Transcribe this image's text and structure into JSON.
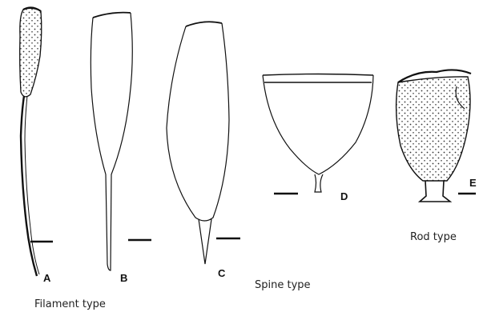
{
  "figure": {
    "panels": [
      {
        "letter": "A",
        "shape": "filament",
        "stippled": true
      },
      {
        "letter": "B",
        "shape": "filament",
        "stippled": false
      },
      {
        "letter": "C",
        "shape": "filament",
        "stippled": false
      },
      {
        "letter": "D",
        "shape": "spine",
        "stippled": false
      },
      {
        "letter": "E",
        "shape": "rod",
        "stippled": true
      }
    ],
    "groups": {
      "filament": "Filament type",
      "spine": "Spine type",
      "rod": "Rod type"
    },
    "colors": {
      "ink": "#111111",
      "stipple": "#333333",
      "background": "#ffffff"
    }
  }
}
